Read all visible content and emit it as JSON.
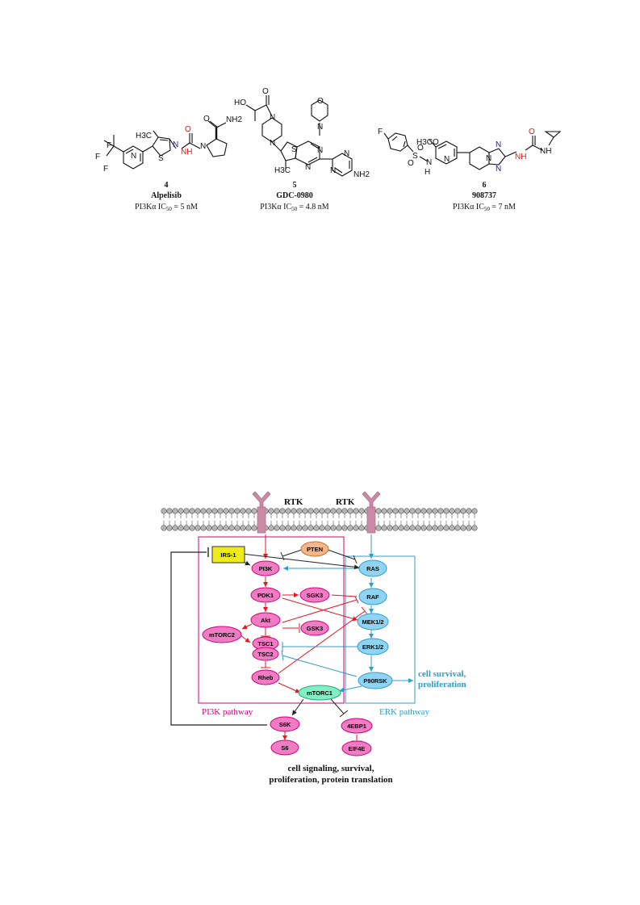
{
  "compounds": [
    {
      "number": "4",
      "name": "Alpelisib",
      "activity_prefix": "PI3Kα  IC",
      "activity_sub": "50",
      "activity_value": " = 5 nM",
      "atoms": {
        "methyl": "H3C",
        "s": "S",
        "n": "N",
        "nh": "NH",
        "o": "O",
        "nh2": "NH2",
        "f1": "F",
        "f2": "F",
        "f3": "F",
        "n_py": "N",
        "n2": "N"
      }
    },
    {
      "number": "5",
      "name": "GDC-0980",
      "activity_prefix": "PI3Kα  IC",
      "activity_sub": "50",
      "activity_value": " = 4.8 nM",
      "atoms": {
        "ho": "HO",
        "o1": "O",
        "o2": "O",
        "n1": "N",
        "n2": "N",
        "n3": "N",
        "n4": "N",
        "s": "S",
        "n5": "N",
        "n6": "N",
        "n7": "N",
        "methyl": "H3C",
        "nh2": "NH2"
      }
    },
    {
      "number": "6",
      "name": "908737",
      "activity_prefix": "PI3Kα  IC",
      "activity_sub": "50",
      "activity_value": " = 7 nM",
      "atoms": {
        "f": "F",
        "methoxy": "H3CO",
        "s": "S",
        "o1": "O",
        "o2": "O",
        "nh": "N",
        "h": "H",
        "n_py": "N",
        "n1": "N",
        "n2": "N",
        "n3": "N",
        "nh1": "NH",
        "nh2": "NH",
        "o": "O"
      }
    }
  ],
  "pathway": {
    "rtk_left": "RTK",
    "rtk_right": "RTK",
    "nodes": {
      "irs1": "IRS-1",
      "pten": "PTEN",
      "pi3k": "PI3K",
      "ras": "RAS",
      "pdk1": "PDK1",
      "sgk3": "SGK3",
      "raf": "RAF",
      "akt": "Akt",
      "mtorc2": "mTORC2",
      "gsk3": "GSK3",
      "mek12": "MEK1/2",
      "tsc1": "TSC1",
      "tsc2": "TSC2",
      "erk12": "ERK1/2",
      "rheb": "Rheb",
      "p90rsk": "P90RSK",
      "mtorc1": "mTORC1",
      "s6k": "S6K",
      "s6": "S6",
      "4ebp1": "4EBP1",
      "eif4e": "EIF4E"
    },
    "pi3k_label": "PI3K pathway",
    "erk_label": "ERK pathway",
    "survival_line1": "cell survival,",
    "survival_line2": "proliferation",
    "outcome_line1": "cell signaling, survival,",
    "outcome_line2": "proliferation, protein translation",
    "colors": {
      "pink_fill": "#f07cc4",
      "pink_stroke": "#d4007a",
      "blue_fill": "#8fd4f2",
      "blue_stroke": "#2f9dc9",
      "red": "#e8161f",
      "green": "#7ff0c4",
      "yellow": "#f0ec1a",
      "orange": "#f7b68a"
    }
  }
}
